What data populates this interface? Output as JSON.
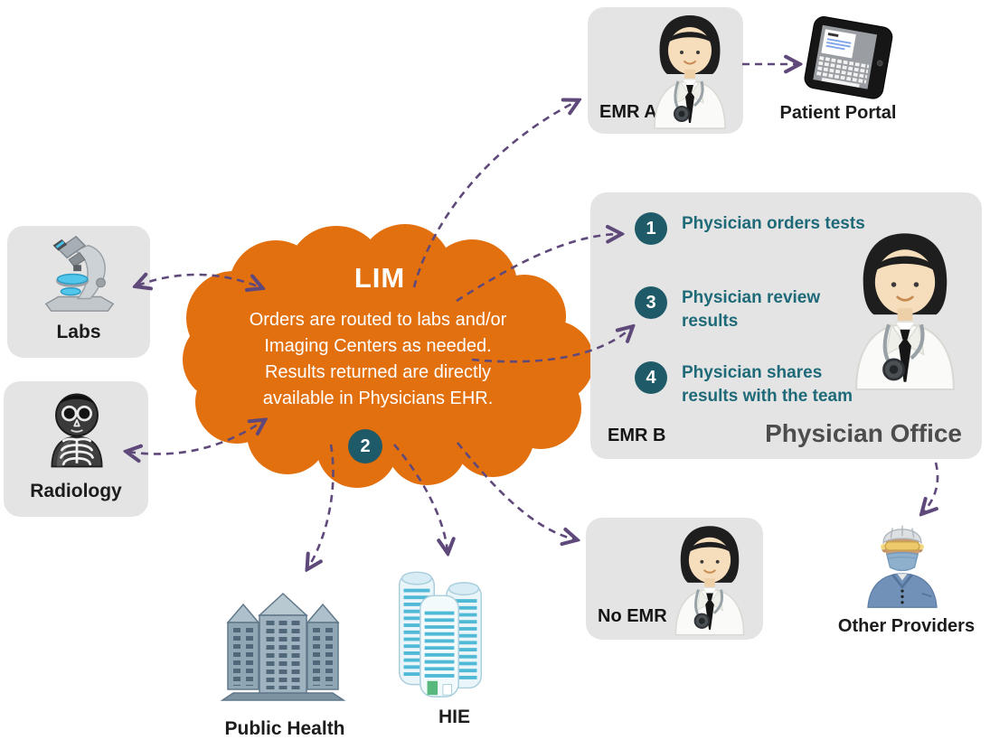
{
  "colors": {
    "cloud": "#E2700F",
    "box_background": "#E4E4E4",
    "arrow": "#5F497A",
    "step_circle": "#1E5A68",
    "step_text": "#1F6A78",
    "office_label": "#4D4D4D",
    "cloud_text": "#FFFFFF"
  },
  "cloud": {
    "title": "LIM",
    "body_lines": [
      "Orders are routed to labs and/or",
      "Imaging Centers as needed.",
      "Results returned are directly",
      "available in Physicians EHR."
    ],
    "badge": "2"
  },
  "nodes": {
    "labs": {
      "label": "Labs",
      "icon": "microscope-icon"
    },
    "radiology": {
      "label": "Radiology",
      "icon": "xray-skeleton-icon"
    },
    "emr_a": {
      "label": "EMR A",
      "icon": "doctor-avatar"
    },
    "patient_portal": {
      "label": "Patient Portal",
      "icon": "tablet-icon"
    },
    "physician_office": {
      "label": "Physician Office",
      "emr_label": "EMR B",
      "icon": "doctor-avatar",
      "steps": [
        {
          "num": "1",
          "text": "Physician orders tests"
        },
        {
          "num": "3",
          "text": "Physician review results"
        },
        {
          "num": "4",
          "text": "Physician shares results with the team"
        }
      ]
    },
    "no_emr": {
      "label": "No EMR",
      "icon": "doctor-avatar"
    },
    "other_providers": {
      "label": "Other Providers",
      "icon": "surgeon-avatar"
    },
    "public_health": {
      "label": "Public Health",
      "icon": "city-buildings-icon"
    },
    "hie": {
      "label": "HIE",
      "icon": "skyscrapers-icon"
    }
  },
  "connections": [
    {
      "from": "cloud",
      "to": "labs",
      "bidirectional": true
    },
    {
      "from": "cloud",
      "to": "radiology",
      "bidirectional": true
    },
    {
      "from": "cloud",
      "to": "emr_a",
      "bidirectional": false
    },
    {
      "from": "cloud",
      "to": "physician_office_step_1",
      "bidirectional": false
    },
    {
      "from": "cloud",
      "to": "physician_office_step_3",
      "bidirectional": false
    },
    {
      "from": "cloud",
      "to": "public_health",
      "bidirectional": false
    },
    {
      "from": "cloud",
      "to": "hie",
      "bidirectional": false
    },
    {
      "from": "cloud",
      "to": "no_emr",
      "bidirectional": false
    },
    {
      "from": "emr_a",
      "to": "patient_portal",
      "bidirectional": false
    },
    {
      "from": "physician_office",
      "to": "other_providers",
      "bidirectional": false
    }
  ]
}
